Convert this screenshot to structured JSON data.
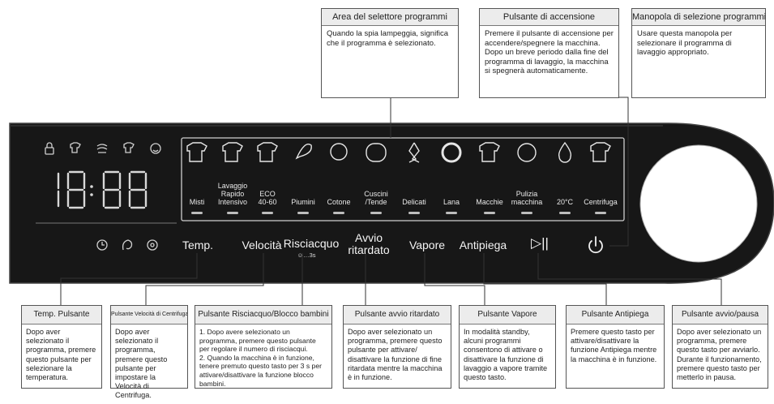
{
  "top_callouts": [
    {
      "title": "Area del selettore programmi",
      "text": "Quando la spia lampeggia, significa che il programma è selezionato."
    },
    {
      "title": "Pulsante di accensione",
      "text": "Premere il pulsante di accensione per accendere/spegnere la macchina.\nDopo un breve periodo dalla fine del programma di lavaggio, la macchina si spegnerà automaticamente."
    },
    {
      "title": "Manopola di selezione programmi",
      "text": "Usare questa manopola per selezionare il programma di lavaggio appropriato."
    }
  ],
  "programs": [
    "Misti",
    "Lavaggio\nRapido\nIntensivo",
    "ECO\n40-60",
    "Piumini",
    "Cotone",
    "Cuscini\n/Tende",
    "Delicati",
    "Lana",
    "Macchie",
    "Pulizia\nmacchina",
    "20°C",
    "Centrifuga"
  ],
  "display": {
    "time": "18:88"
  },
  "buttons": {
    "temp": "Temp.",
    "speed": "Velocità",
    "rinse": "Risciacquo",
    "rinse_sub": "…3s",
    "delay": "Avvio\nritardato",
    "steam": "Vapore",
    "anticrease": "Antipiega",
    "startpause": "▷||"
  },
  "bottom_callouts": [
    {
      "title": "Temp. Pulsante",
      "text": "Dopo aver selezionato il programma, premere questo pulsante per selezionare la temperatura."
    },
    {
      "title": "Pulsante Velocità di Centrifuga",
      "text": "Dopo aver selezionato il programma, premere questo pulsante per impostare la Velocità di Centrifuga."
    },
    {
      "title": "Pulsante Risciacquo/Blocco bambini",
      "text": "1. Dopo avere selezionato un programma, premere questo pulsante per regolare il numero di risciacqui.\n2. Quando la macchina è in funzione, tenere premuto questo tasto per 3 s per attivare/disattivare la funzione blocco bambini."
    },
    {
      "title": "Pulsante avvio ritardato",
      "text": "Dopo aver selezionato un programma, premere questo pulsante per attivare/ disattivare la funzione di fine ritardata mentre la macchina è in funzione."
    },
    {
      "title": "Pulsante Vapore",
      "text": "In modalità standby, alcuni programmi consentono di attivare o disattivare la funzione di lavaggio a vapore tramite questo tasto."
    },
    {
      "title": "Pulsante Antipiega",
      "text": "Premere questo tasto per attivare/disattivare la funzione Antipiega mentre la macchina è in funzione."
    },
    {
      "title": "Pulsante avvio/pausa",
      "text": "Dopo aver selezionato un programma, premere questo tasto per avviarlo. Durante il funzionamento, premere questo tasto per metterlo in pausa."
    }
  ],
  "colors": {
    "panel": "#161616",
    "panel_edge": "#3a3a3a",
    "led": "#d8d8d8",
    "knob": "#ffffff"
  }
}
